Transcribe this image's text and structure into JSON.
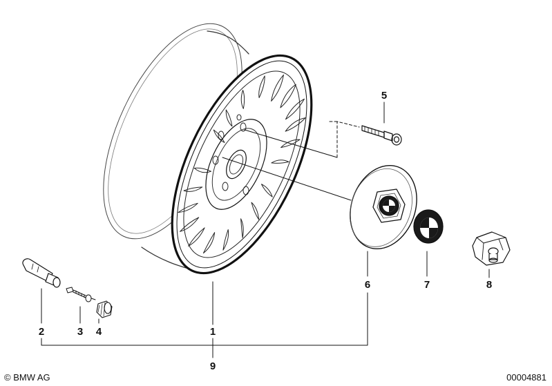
{
  "diagram": {
    "callouts": {
      "c1": "1",
      "c2": "2",
      "c3": "3",
      "c4": "4",
      "c5": "5",
      "c6": "6",
      "c7": "7",
      "c8": "8",
      "c9": "9"
    },
    "copyright": "© BMW AG",
    "drawing_number": "00004881"
  },
  "colors": {
    "line": "#111111",
    "background": "#ffffff",
    "emblem_dark": "#1a1a1a"
  }
}
